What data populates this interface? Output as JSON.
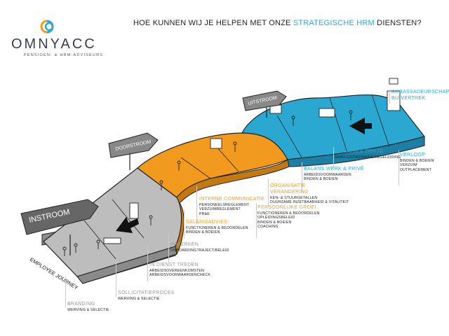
{
  "brand": {
    "name": "OMNYACC",
    "tagline": "PENSIOEN- & HRM-ADVISEURS"
  },
  "headline": {
    "prefix": "HOE KUNNEN WIJ JE HELPEN MET ONZE ",
    "highlight": "STRATEGISCHE HRM",
    "suffix": " DIENSTEN?"
  },
  "signs": {
    "instroom": "INSTROOM",
    "doorstroom": "DOORSTROOM",
    "uitstroom": "UITSTROOM",
    "journey": "EMPLOYEE JOURNEY"
  },
  "colors": {
    "gray": "#bdbdbd",
    "orange": "#f29a1e",
    "blue": "#2aa8d2",
    "accent_blue": "#2aa8d2",
    "accent_orange": "#ef9a1f"
  },
  "services": {
    "branding": {
      "title": "BRANDING",
      "items": [
        "WERVING & SELECTIE"
      ]
    },
    "sollicitatie": {
      "title": "SOLLICITATIEPROCES",
      "items": [
        "WERVING & SELECTIE"
      ]
    },
    "indienst": {
      "title": "IN DIENST TREDEN",
      "items": [
        "ARBEIDSOVEREENKOMSTEN",
        "ARBEIDSVOORWAARDENCHECK"
      ]
    },
    "inwerken": {
      "title": "INWERKEN",
      "items": [
        "ONBOARDINGTRAJECT/BELEID"
      ]
    },
    "salarisadvies": {
      "title": "SALARISADVIES",
      "items": [
        "FUNCTIONEREN & BEOORDELEN",
        "BINDEN & BOEIEN"
      ]
    },
    "communicatie": {
      "title": "INTERNE COMMUNICATIE",
      "items": [
        "PERSONEELSREGLEMENT",
        "VERZUIMREGLEMENT",
        "PR&E"
      ]
    },
    "organisatie": {
      "title_line1": "ORGANISATIE",
      "title_line2": "VERANDERING",
      "items": [
        "KEN- & STUURGETALLEN",
        "DUURZAME INZETBAARHEID & VITALITEIT"
      ]
    },
    "groei": {
      "title": "PERSOONLIJKE GROEI",
      "items": [
        "FUNCTIONEREN & BEOORDELEN",
        "OPLEIDINGSBELEID",
        "BINDEN & BOEIEN",
        "COACHING"
      ]
    },
    "balans": {
      "title": "BALANS WERK & PRIVÉ",
      "items": [
        "ARBEIDSVOORWAARDEN",
        "BINDEN & BOEIEN"
      ]
    },
    "verzuim": {
      "title": "VERZUIM & ZIEKTE",
      "items": [
        "ARBO-COÖRDINATIE/BEGELEIDING"
      ]
    },
    "verloop": {
      "title": "VERLOOP",
      "items": [
        "BINDEN & BOEIEN",
        "VERZUIM",
        "OUTPLACEMENT"
      ]
    },
    "ambassadeur": {
      "title_line1": "AMBASSADEURSCHAP",
      "title_line2": "BIJ VERTREK"
    }
  }
}
